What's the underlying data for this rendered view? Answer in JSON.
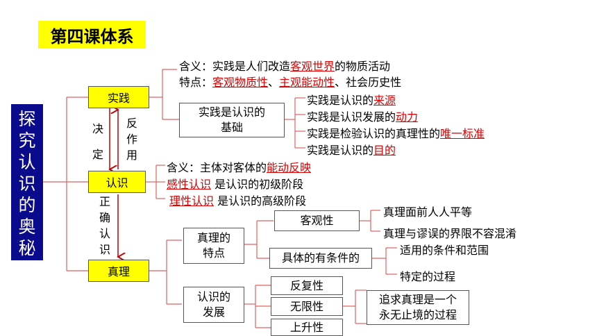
{
  "title": "第四课体系",
  "root": [
    "探",
    "究",
    "认",
    "识",
    "的",
    "奥",
    "秘"
  ],
  "nodes": {
    "practice": "实践",
    "cognition": "认识",
    "truth": "真理"
  },
  "practice_branch": {
    "meaning_prefix": "含义：实践是人们改造",
    "meaning_red": "客观世界",
    "meaning_suffix": "的物质活动",
    "features_prefix": "特点：",
    "features_red1": "客观物质性",
    "features_sep": "、",
    "features_red2": "主观能动性",
    "features_suffix": "、社会历史性",
    "basis_box": [
      "实践是认识的",
      "基础"
    ],
    "basis_items": [
      {
        "prefix": "实践是认识的",
        "red": "来源"
      },
      {
        "prefix": "实践是认识发展的",
        "red": "动力"
      },
      {
        "prefix": "实践是检验认识的真理性的",
        "red": "唯一标准"
      },
      {
        "prefix": "实践是认识的",
        "red": "目的"
      }
    ]
  },
  "arrows": {
    "decide": [
      "决",
      "定"
    ],
    "react": [
      "反",
      "作",
      "用"
    ],
    "correct": [
      "正",
      "确",
      "认",
      "识"
    ]
  },
  "cognition_branch": {
    "meaning_prefix": "含义：主体对客体的",
    "meaning_red": "能动反映",
    "perceptual_red": "感性认识",
    "perceptual_suffix": " 是认识的初级阶段",
    "rational_red": "理性认识",
    "rational_suffix": " 是认识的高级阶段"
  },
  "truth_branch": {
    "features_box": [
      "真理的",
      "特点"
    ],
    "objective": "客观性",
    "objective_items": [
      "真理面前人人平等",
      "真理与谬误的界限不容混淆"
    ],
    "concrete": "具体的有条件的",
    "concrete_items": [
      "适用的条件和范围",
      "特定的过程"
    ],
    "development_box": [
      "认识的",
      "发展"
    ],
    "dev_items": [
      "反复性",
      "无限性",
      "上升性"
    ],
    "pursuit": [
      "追求真理是一个",
      "永无止境的过程"
    ]
  }
}
